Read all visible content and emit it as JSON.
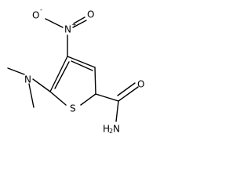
{
  "molecule": {
    "atoms": {
      "nitro_o_minus": {
        "symbol": "O",
        "charge": "-"
      },
      "nitro_n_plus": {
        "symbol": "N",
        "charge": "+"
      },
      "nitro_o": {
        "symbol": "O"
      },
      "amine_n": {
        "symbol": "N"
      },
      "ring_s": {
        "symbol": "S"
      },
      "carbonyl_o": {
        "symbol": "O"
      },
      "amide_nh2": {
        "symbol": "H",
        "subscript": "2",
        "symbol2": "N"
      }
    }
  }
}
